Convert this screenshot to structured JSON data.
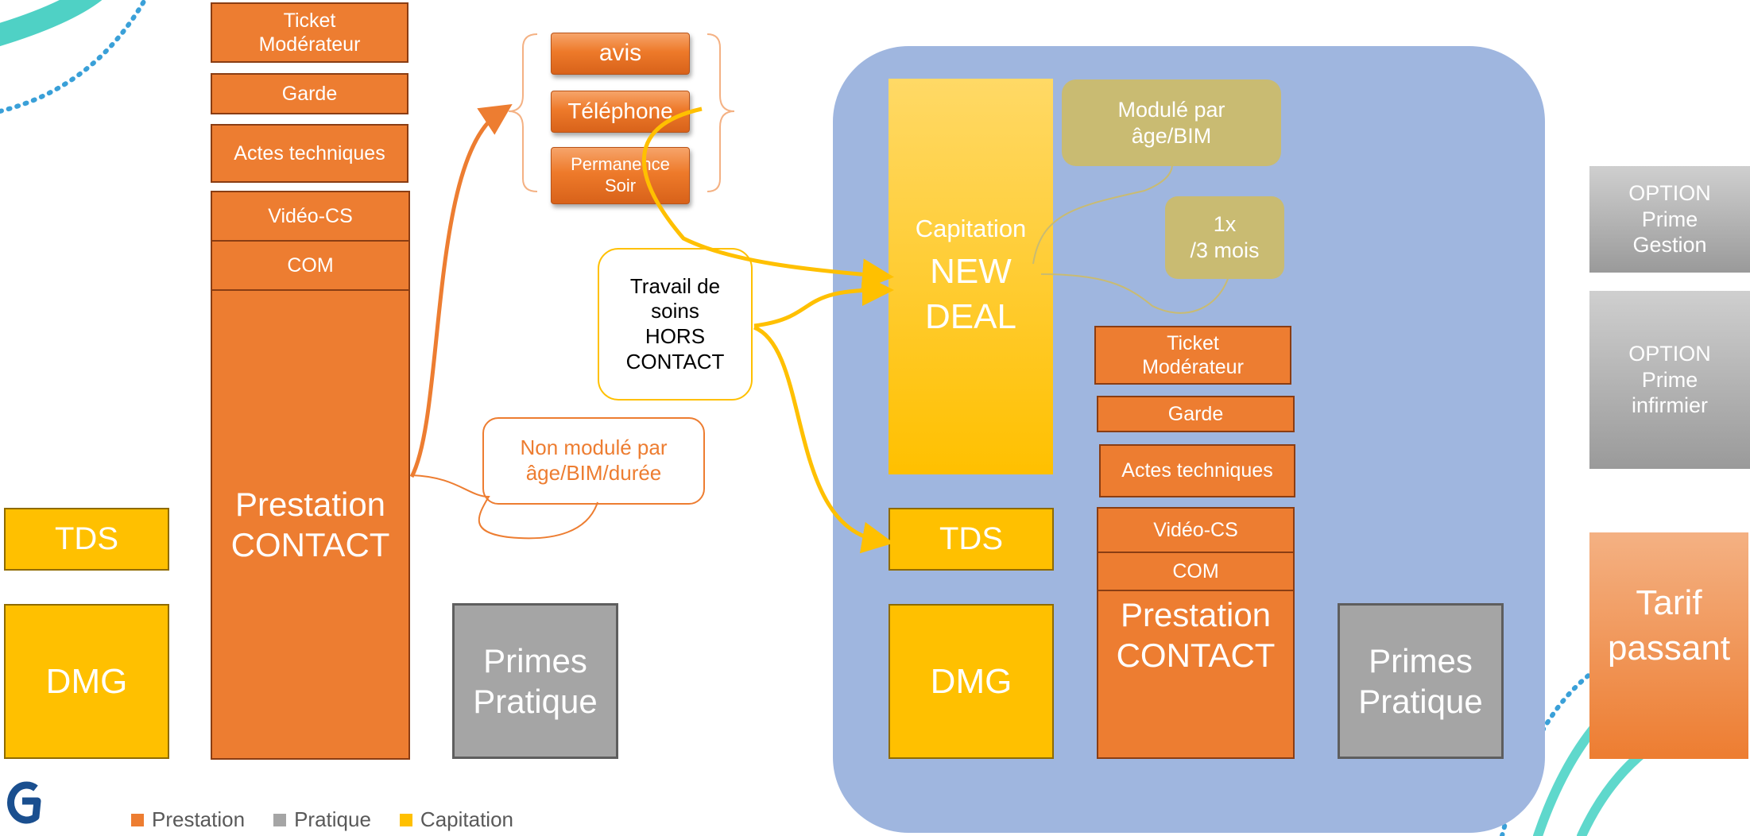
{
  "left": {
    "tds": "TDS",
    "dmg": "DMG",
    "ticket_moderateur": "Ticket\nModérateur",
    "garde": "Garde",
    "actes_techniques": "Actes techniques",
    "video_cs": "Vidéo-CS",
    "com": "COM",
    "prestation_contact": "Prestation\nCONTACT",
    "primes_pratique": "Primes\nPratique",
    "non_module": "Non modulé par\nâge/BIM/durée"
  },
  "options": {
    "avis": "avis",
    "telephone": "Téléphone",
    "permanence_soir": "Permanence\nSoir"
  },
  "travail_hors_contact": "Travail de\nsoins\nHORS\nCONTACT",
  "new_deal": {
    "capitation_label": "Capitation",
    "new_deal_label": "NEW\nDEAL",
    "module_par": "Modulé par\nâge/BIM",
    "frequency": "1x\n/3 mois",
    "ticket_moderateur": "Ticket\nModérateur",
    "garde": "Garde",
    "actes_techniques": "Actes techniques",
    "video_cs": "Vidéo-CS",
    "com": "COM",
    "prestation_contact": "Prestation\nCONTACT",
    "tds": "TDS",
    "dmg": "DMG",
    "primes_pratique": "Primes\nPratique"
  },
  "right": {
    "option_prime_gestion": "OPTION\nPrime\nGestion",
    "option_prime_infirmier": "OPTION\nPrime\ninfirmier",
    "tarif_passant": "Tarif\npassant"
  },
  "logo": "G",
  "legend": [
    {
      "label": "Prestation",
      "color": "#ED7D31"
    },
    {
      "label": "Pratique",
      "color": "#A5A5A5"
    },
    {
      "label": "Capitation",
      "color": "#FFC000"
    }
  ],
  "colors": {
    "prestation": "#ED7D31",
    "capitation": "#FFC000",
    "pratique": "#A5A5A5",
    "panel": "#9FB6DF",
    "teal": "#4FD1C5"
  }
}
